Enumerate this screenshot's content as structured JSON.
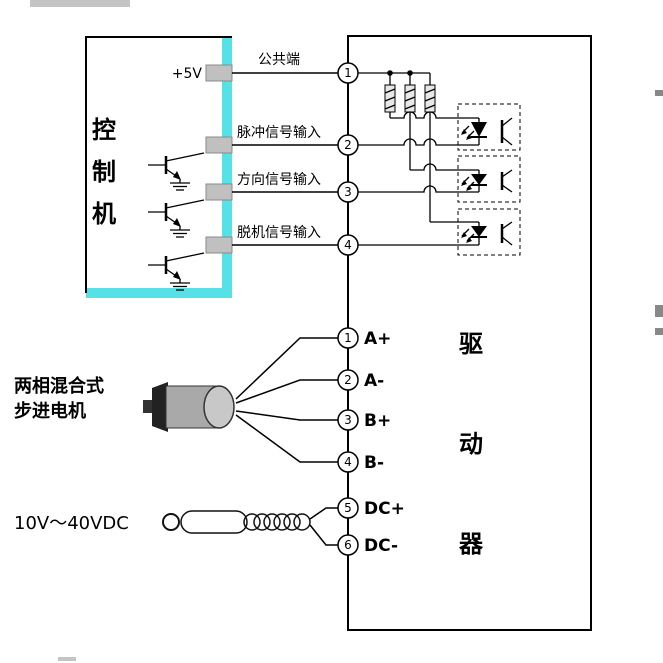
{
  "diagram": {
    "controller": {
      "chars": [
        "控",
        "制",
        "机"
      ],
      "supply": "+5V"
    },
    "signals": {
      "common": "公共端",
      "pulse": "脉冲信号输入",
      "direction": "方向信号输入",
      "offline": "脱机信号输入"
    },
    "driver": {
      "chars": [
        "驱",
        "动",
        "器"
      ],
      "top_terminals": [
        "1",
        "2",
        "3",
        "4"
      ],
      "bottom_terminals": [
        {
          "num": "1",
          "label": "A+"
        },
        {
          "num": "2",
          "label": "A-"
        },
        {
          "num": "3",
          "label": "B+"
        },
        {
          "num": "4",
          "label": "B-"
        },
        {
          "num": "5",
          "label": "DC+"
        },
        {
          "num": "6",
          "label": "DC-"
        }
      ]
    },
    "motor": {
      "label_line1": "两相混合式",
      "label_line2": "步进电机"
    },
    "power": {
      "label": "10V～40VDC"
    },
    "colors": {
      "highlight": "#55E1E6",
      "connector": "#C0C0C0"
    }
  }
}
